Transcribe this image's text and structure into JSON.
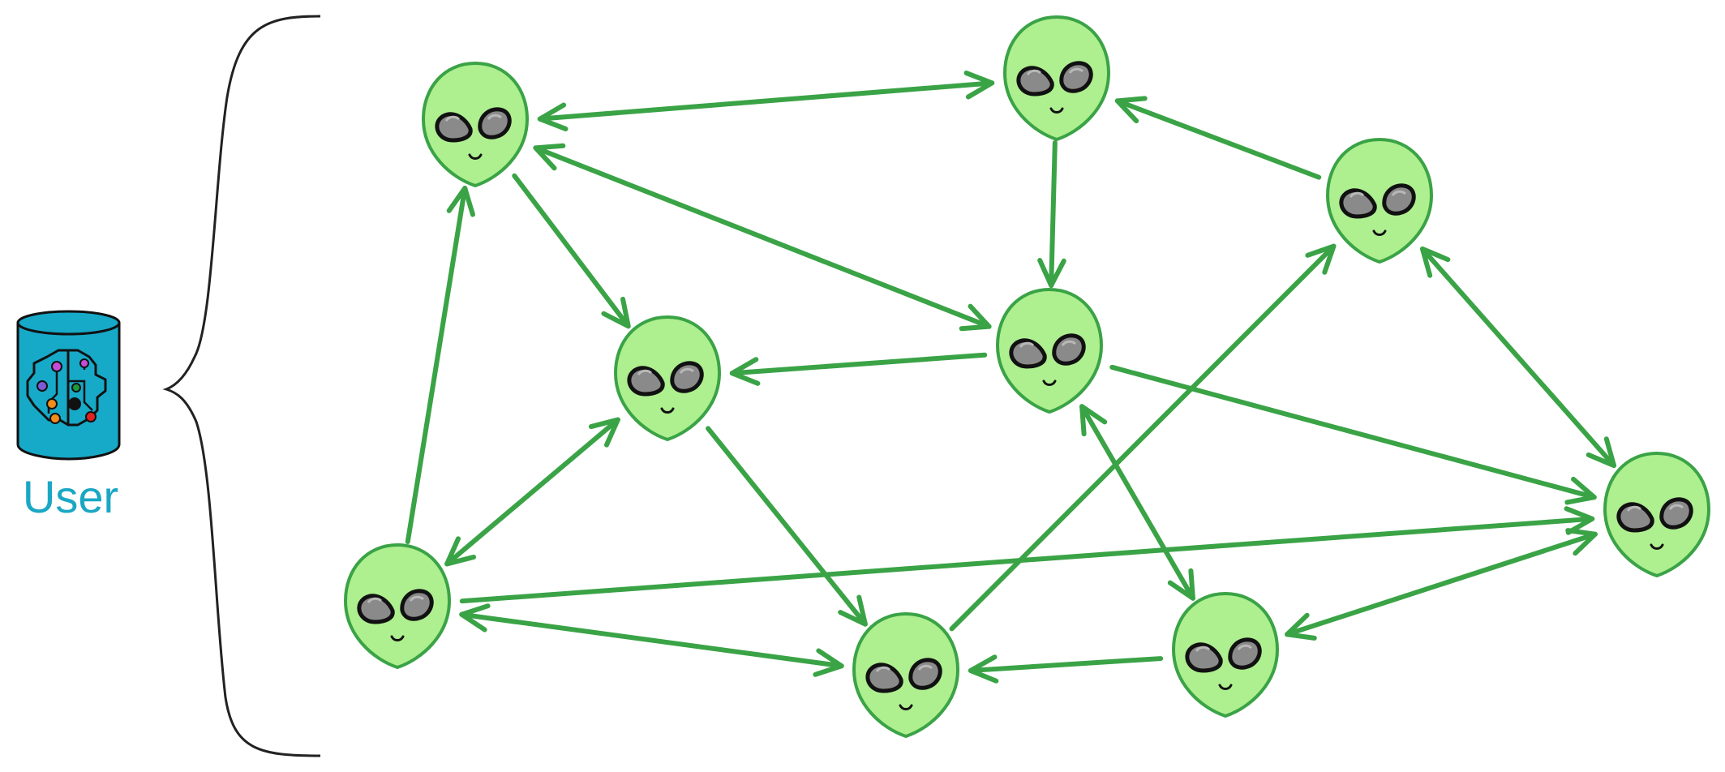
{
  "user": {
    "label": "User",
    "icon": "brain-circuit-database-icon"
  },
  "colors": {
    "arrow": "#3aa346",
    "alien_fill": "#aeef90",
    "alien_stroke": "#3aa346",
    "eye_fill": "#8a8a8a",
    "eye_stroke": "#111111",
    "brace": "#222222",
    "user_icon_fill": "#17a9c8",
    "user_label": "#1aa7c4"
  },
  "nodes": [
    {
      "id": "a1",
      "icon": "alien-icon"
    },
    {
      "id": "a2",
      "icon": "alien-icon"
    },
    {
      "id": "a3",
      "icon": "alien-icon"
    },
    {
      "id": "a4",
      "icon": "alien-icon"
    },
    {
      "id": "a5",
      "icon": "alien-icon"
    },
    {
      "id": "a6",
      "icon": "alien-icon"
    },
    {
      "id": "a7",
      "icon": "alien-icon"
    },
    {
      "id": "a8",
      "icon": "alien-icon"
    },
    {
      "id": "a9",
      "icon": "alien-icon"
    },
    {
      "id": "a10",
      "icon": "alien-icon"
    }
  ],
  "edges": [
    {
      "from": "a1",
      "to": "a2",
      "bidirectional": true
    },
    {
      "from": "a1",
      "to": "a5",
      "bidirectional": false
    },
    {
      "from": "a1",
      "to": "a4",
      "bidirectional": true
    },
    {
      "from": "a2",
      "to": "a4",
      "bidirectional": false
    },
    {
      "from": "a3",
      "to": "a2",
      "bidirectional": false
    },
    {
      "from": "a4",
      "to": "a5",
      "bidirectional": false
    },
    {
      "from": "a4",
      "to": "a6",
      "bidirectional": false
    },
    {
      "from": "a3",
      "to": "a6",
      "bidirectional": true
    },
    {
      "from": "a7",
      "to": "a1",
      "bidirectional": false
    },
    {
      "from": "a7",
      "to": "a5",
      "bidirectional": true
    },
    {
      "from": "a5",
      "to": "a8",
      "bidirectional": false
    },
    {
      "from": "a7",
      "to": "a6",
      "bidirectional": false
    },
    {
      "from": "a7",
      "to": "a8",
      "bidirectional": true
    },
    {
      "from": "a8",
      "to": "a3",
      "bidirectional": false
    },
    {
      "from": "a4",
      "to": "a9",
      "bidirectional": true
    },
    {
      "from": "a9",
      "to": "a8",
      "bidirectional": false
    },
    {
      "from": "a9",
      "to": "a6",
      "bidirectional": true
    }
  ]
}
